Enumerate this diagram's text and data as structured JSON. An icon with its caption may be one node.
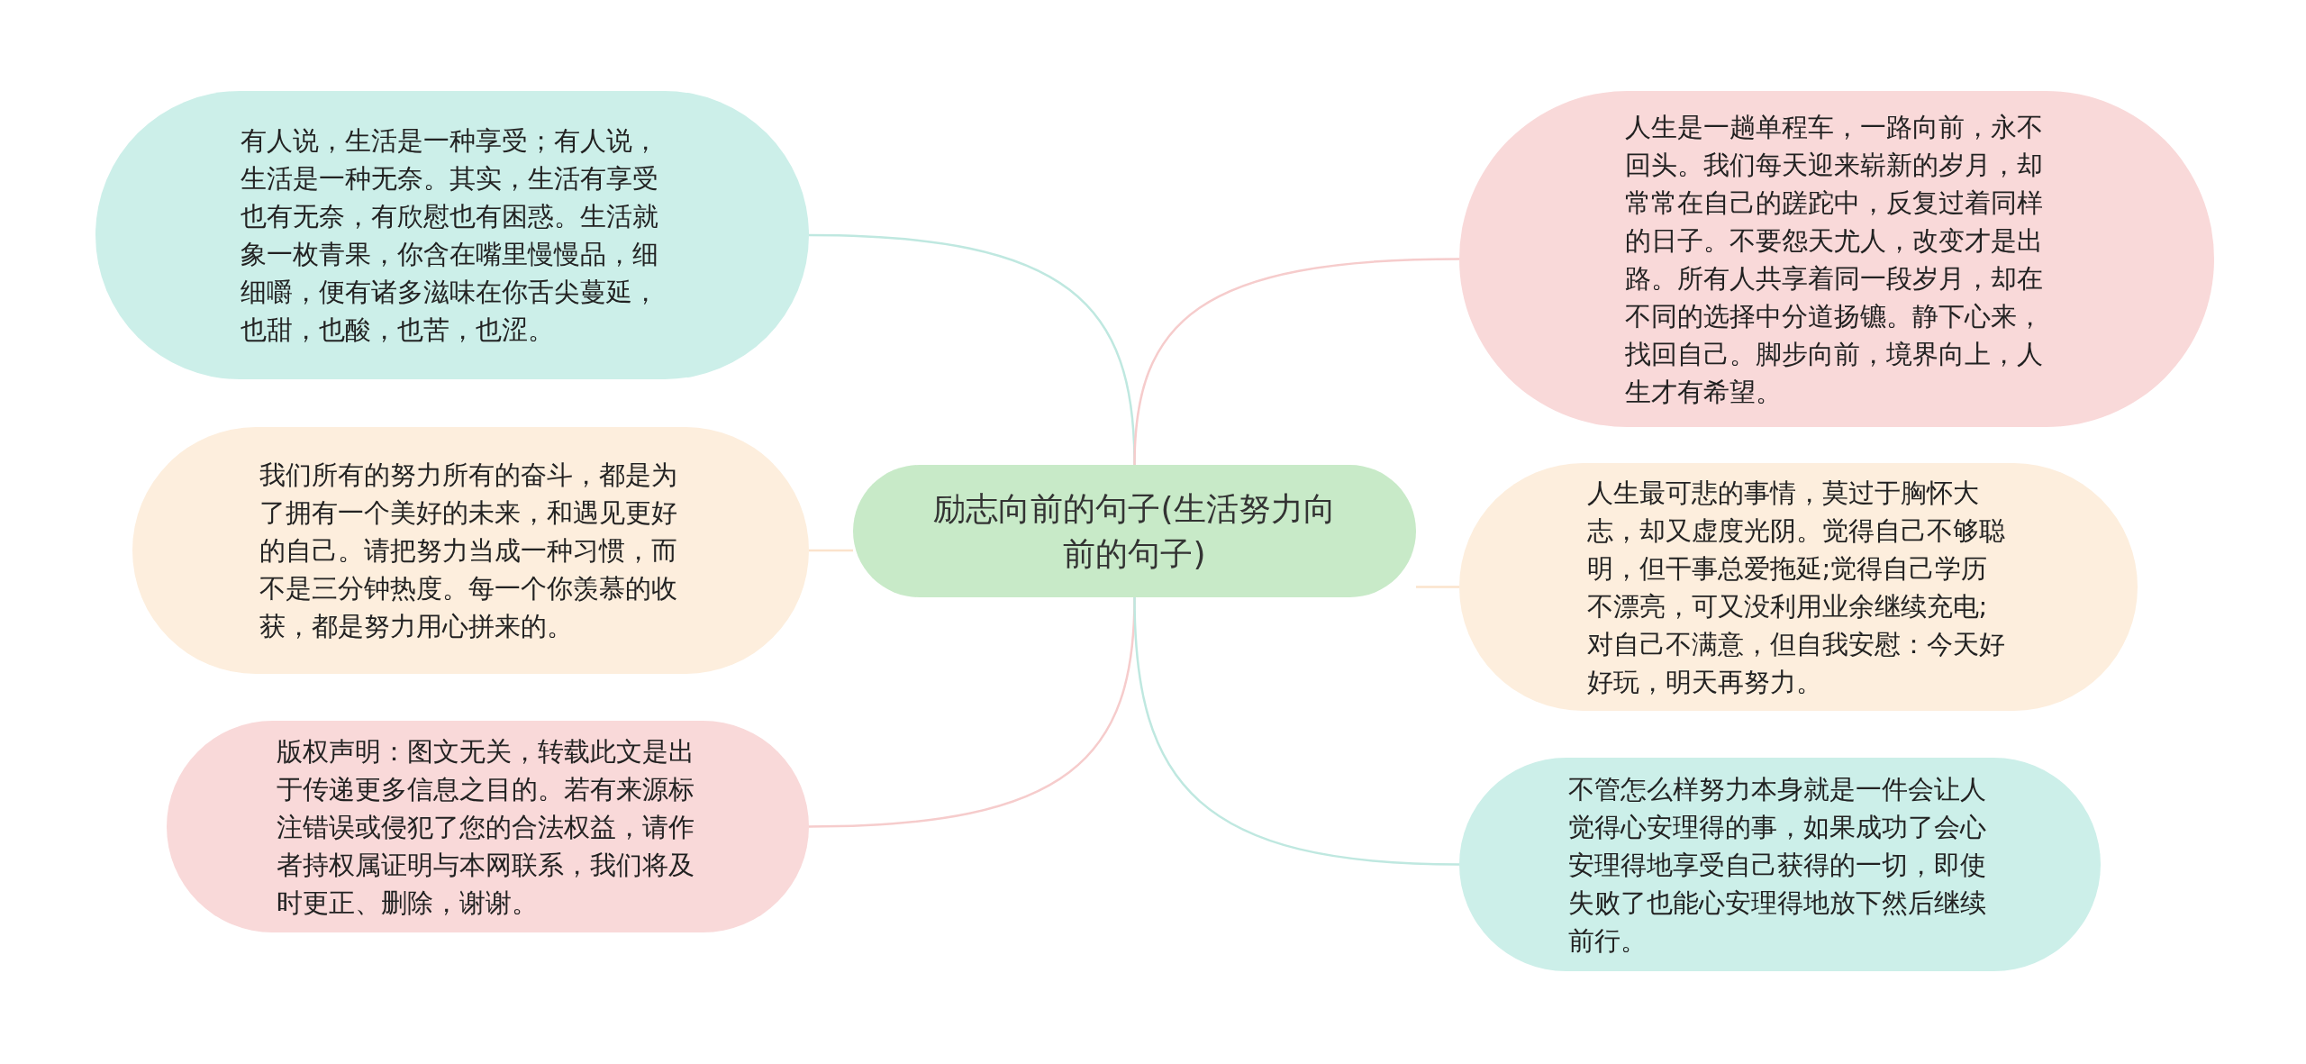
{
  "diagram": {
    "nodes": [
      {
        "text": [
          "励志向前的句子(生活努力向前的句子)"
        ]
      },
      {
        "text": [
          "有人说，生活是一种享受；有人说，生活是一种无奈。其实，生活有享受也有无奈，有欣慰也有困惑。生活就象一枚青果，你含在嘴里慢慢品，细细嚼，便有诸多滋味在你舌尖蔓延，也甜，也酸，也苦，也涩。"
        ]
      },
      {
        "text": [
          "我们所有的努力所有的奋斗，都是为了拥有一个美好的未来，和遇见更好的自己。请把努力当成一种习惯，而不是三分钟热度。每一个你羡慕的收获，都是努力用心拼来的。"
        ]
      },
      {
        "text": [
          "版权声明：图文无关，转载此文是出于传递更多信息之目的。若有来源标注错误或侵犯了您的合法权益，请作者持权属证明与本网联系，我们将及时更正、删除，谢谢。"
        ]
      },
      {
        "text": [
          "人生是一趟单程车，一路向前，永不回头。我们每天迎来崭新的岁月，却常常在自己的蹉跎中，反复过着同样的日子。不要怨天尤人，改变才是出路。所有人共享着同一段岁月，却在不同的选择中分道扬镳。静下心来，找回自己。脚步向前，境界向上，人生才有希望。"
        ]
      },
      {
        "text": [
          "人生最可悲的事情，莫过于胸怀大志，却又虚度光阴。觉得自己不够聪明，但干事总爱拖延;觉得自己学历不漂亮，可又没利用业余继续充电;对自己不满意，但自我安慰：今天好好玩，明天再努力。"
        ]
      },
      {
        "text": [
          "不管怎么样努力本身就是一件会让人觉得心安理得的事，如果成功了会心安理得地享受自己获得的一切，即使失败了也能心安理得地放下然后继续前行。"
        ]
      }
    ],
    "edges": [
      {
        "from": 0,
        "to": 1,
        "arrow": "none",
        "color": "#bfe8e0"
      },
      {
        "from": 0,
        "to": 2,
        "arrow": "none",
        "color": "#fbe3cc"
      },
      {
        "from": 0,
        "to": 3,
        "arrow": "none",
        "color": "#f6cccc"
      },
      {
        "from": 0,
        "to": 4,
        "arrow": "none",
        "color": "#f6cccc"
      },
      {
        "from": 0,
        "to": 5,
        "arrow": "none",
        "color": "#fbe3cc"
      },
      {
        "from": 0,
        "to": 6,
        "arrow": "none",
        "color": "#bfe8e0"
      }
    ]
  }
}
